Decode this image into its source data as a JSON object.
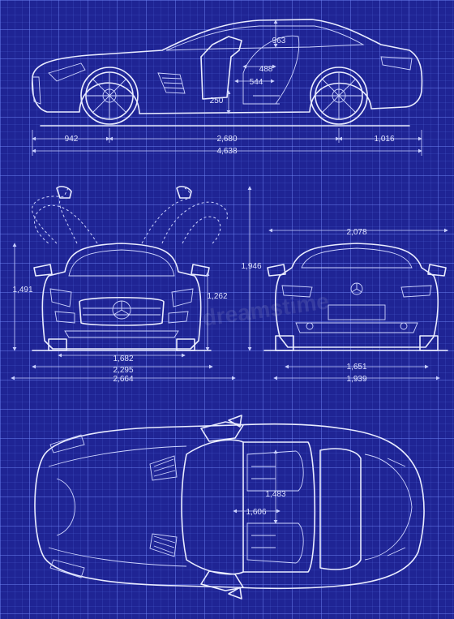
{
  "watermark": "dreamstime",
  "side_view": {
    "roof_height": "963",
    "seat_height": "488",
    "seat_depth": "544",
    "ground_clearance": "250",
    "front_overhang": "942",
    "wheelbase": "2,680",
    "rear_overhang": "1,016",
    "overall_length": "4,638"
  },
  "front_view": {
    "height": "1,491",
    "height_doors_open": "1,946",
    "mirror_height": "1,262",
    "track": "1,682",
    "width_doors_open": "2,295",
    "width_mirrors": "2,664"
  },
  "rear_view": {
    "width_open": "2,078",
    "track": "1,651",
    "width_mirrors": "1,939"
  },
  "top_view": {
    "cabin_length": "1,483",
    "cabin_width": "1,606"
  }
}
